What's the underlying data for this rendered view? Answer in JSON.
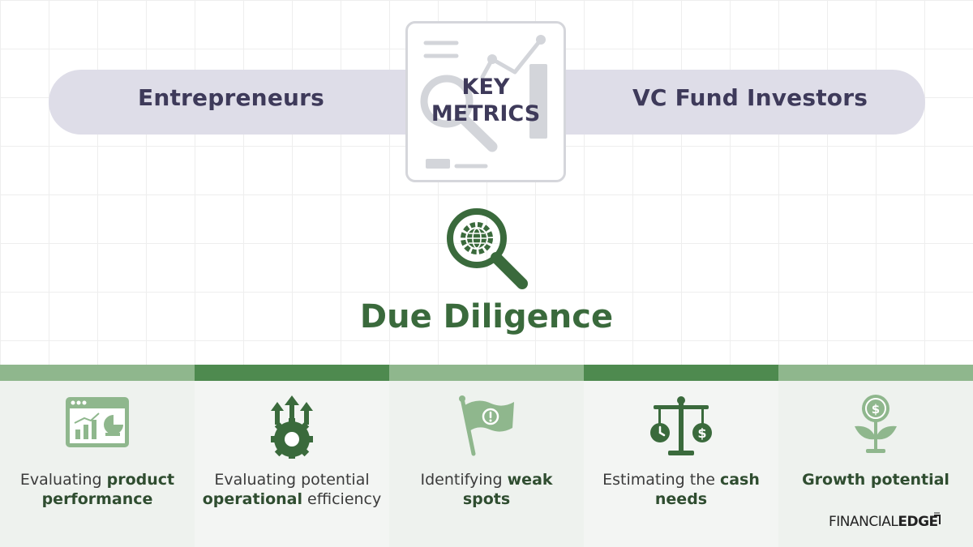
{
  "header": {
    "left_label": "Entrepreneurs",
    "right_label": "VC Fund Investors",
    "center_title_line1": "KEY",
    "center_title_line2": "METRICS"
  },
  "main": {
    "title": "Due Diligence"
  },
  "columns": [
    {
      "icon": "dashboard-chart-icon",
      "pre": "Evaluating ",
      "bold": "product performance",
      "post": ""
    },
    {
      "icon": "gear-arrows-up-icon",
      "pre": "Evaluating potential ",
      "bold": "operational",
      "post": " efficiency"
    },
    {
      "icon": "warning-flag-icon",
      "pre": "Identifying ",
      "bold": "weak spots",
      "post": ""
    },
    {
      "icon": "balance-scale-icon",
      "pre": "Estimating the ",
      "bold": "cash needs",
      "post": ""
    },
    {
      "icon": "money-plant-icon",
      "pre": "",
      "bold": "Growth potential",
      "post": ""
    }
  ],
  "brand": {
    "part1": "FINANCIAL",
    "part2": "EDGE"
  },
  "colors": {
    "green_dark": "#3a6a3c",
    "green_mid": "#4e8a4f",
    "green_light": "#8fb78d",
    "pill_bg": "#dedde8",
    "pill_text": "#3e3a5a"
  }
}
